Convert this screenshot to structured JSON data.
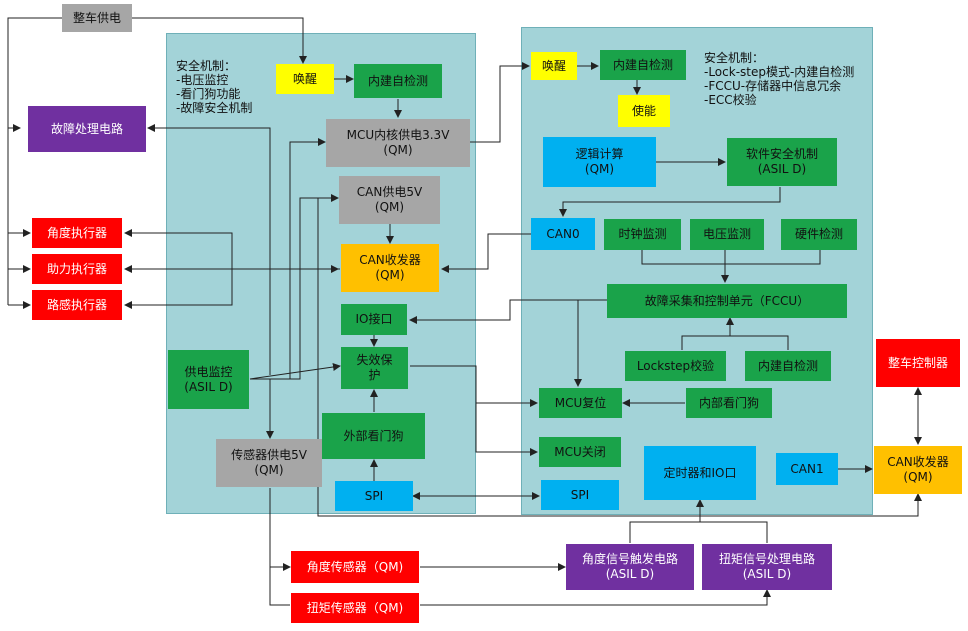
{
  "boxes": {
    "vehicle_power": "整车供电",
    "fault_circuit": "故障处理电路",
    "angle_actuator": "角度执行器",
    "assist_actuator": "助力执行器",
    "road_actuator": "路感执行器",
    "wake_left": "唤醒",
    "selftest_left": "内建自检测",
    "mcu_core_power": "MCU内核供电3.3V\n(QM)",
    "can_power": "CAN供电5V\n(QM)",
    "can_transceiver_left": "CAN收发器\n(QM)",
    "io_interface": "IO接口",
    "fail_safe": "失效保\n护",
    "power_monitor": "供电监控\n(ASIL D)",
    "external_watchdog": "外部看门狗",
    "sensor_power": "传感器供电5V\n(QM)",
    "spi_left": "SPI",
    "wake_right": "唤醒",
    "selftest_right": "内建自检测",
    "enable": "使能",
    "logic_calc": "逻辑计算\n(QM)",
    "software_safety": "软件安全机制\n(ASIL D)",
    "can0": "CAN0",
    "clock_monitor": "时钟监测",
    "voltage_monitor": "电压监测",
    "hardware_check": "硬件检测",
    "fccu": "故障采集和控制单元（FCCU）",
    "lockstep_check": "Lockstep校验",
    "selftest_right2": "内建自检测",
    "mcu_reset": "MCU复位",
    "internal_watchdog": "内部看门狗",
    "mcu_shutdown": "MCU关闭",
    "spi_right": "SPI",
    "timer_io": "定时器和IO口",
    "can1": "CAN1",
    "vehicle_controller": "整车控制器",
    "can_transceiver_right": "CAN收发器\n(QM)",
    "angle_sensor": "角度传感器（QM)",
    "torque_sensor": "扭矩传感器（QM)",
    "angle_trigger": "角度信号触发电路\n(ASIL D)",
    "torque_processing": "扭矩信号处理电路\n(ASIL D)"
  },
  "notes": {
    "left_safety": "安全机制：\n-电压监控\n-看门狗功能\n-故障安全机制",
    "right_safety": "安全机制：\n-Lock-step模式-内建自检测\n-FCCU-存储器中信息冗余\n-ECC校验"
  },
  "colors": {
    "panel": "#a3d3d8",
    "gray": "#a6a6a6",
    "green": "#1aa34a",
    "yellow": "#ffff00",
    "orange": "#ffc000",
    "red": "#ff0000",
    "purple": "#7030a0",
    "blue": "#00b0f0"
  }
}
